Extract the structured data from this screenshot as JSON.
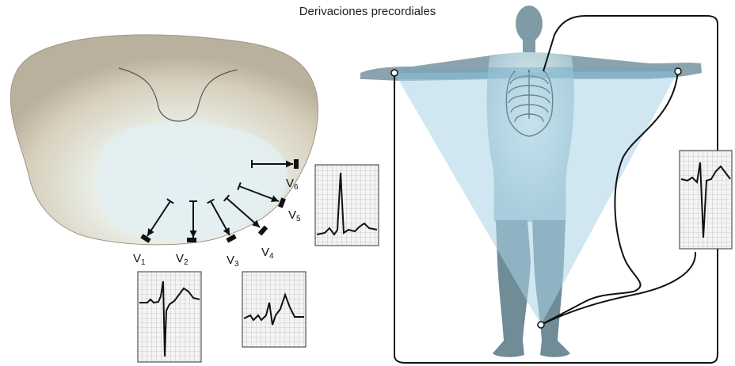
{
  "title": "Derivaciones precordiales",
  "leads": [
    {
      "id": "V1",
      "letter": "V",
      "sub": "1"
    },
    {
      "id": "V2",
      "letter": "V",
      "sub": "2"
    },
    {
      "id": "V3",
      "letter": "V",
      "sub": "3"
    },
    {
      "id": "V4",
      "letter": "V",
      "sub": "4"
    },
    {
      "id": "V5",
      "letter": "V",
      "sub": "5"
    },
    {
      "id": "V6",
      "letter": "V",
      "sub": "6"
    }
  ],
  "colors": {
    "torso": "#d8d0bd",
    "heart_region": "#e6f1f3",
    "triangle": "#a9d4e6",
    "body": "#6f8f9a",
    "ecg_grid": "#9a9a9a",
    "trace": "#111111"
  }
}
